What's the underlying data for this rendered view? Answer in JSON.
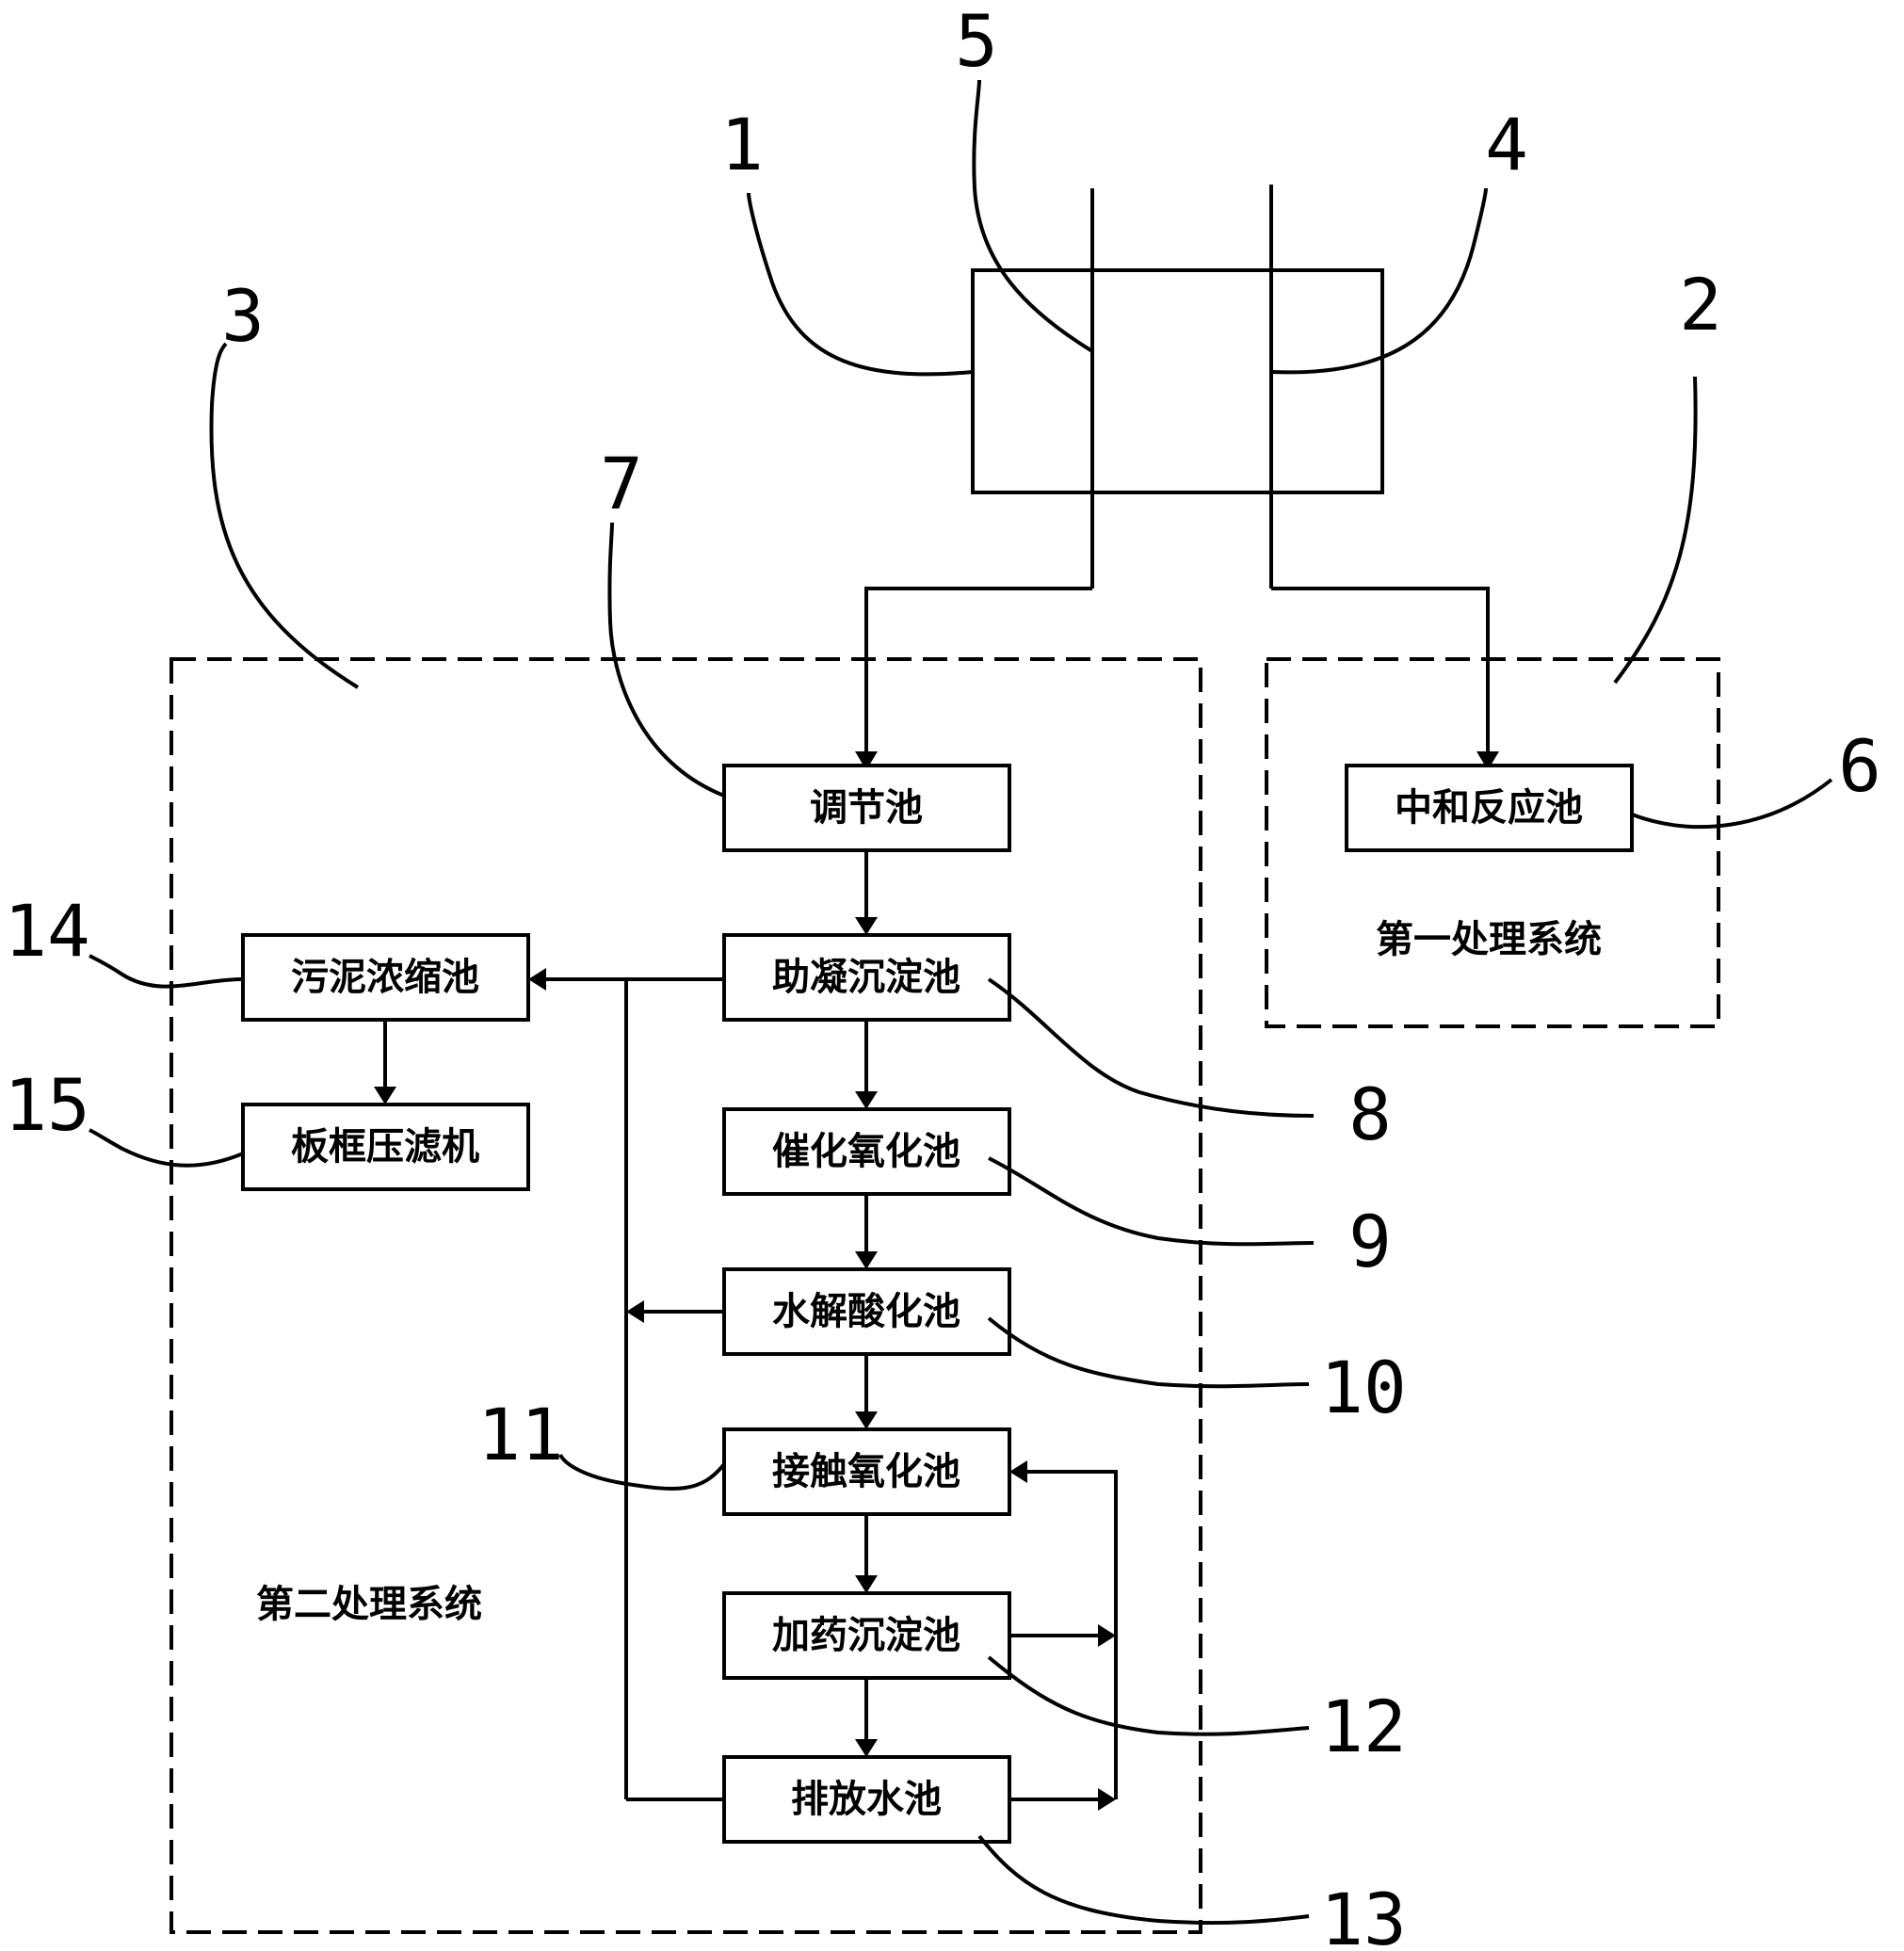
{
  "units": {
    "u1": "1",
    "u4": "4",
    "u5": "5"
  },
  "systems": {
    "first": {
      "number": "2",
      "label": "第一处理系统",
      "units": {
        "neutralization": {
          "number": "6",
          "label": "中和反应池"
        }
      }
    },
    "second": {
      "number": "3",
      "label": "第二处理系统",
      "units": {
        "regulating": {
          "number": "7",
          "label": "调节池"
        },
        "coagulation": {
          "number": "8",
          "label": "助凝沉淀池"
        },
        "catalytic_oxidation": {
          "number": "9",
          "label": "催化氧化池"
        },
        "hydrolysis": {
          "number": "10",
          "label": "水解酸化池"
        },
        "contact_oxidation": {
          "number": "11",
          "label": "接触氧化池"
        },
        "dosing_sedimentation": {
          "number": "12",
          "label": "加药沉淀池"
        },
        "discharge": {
          "number": "13",
          "label": "排放水池"
        },
        "sludge_thickener": {
          "number": "14",
          "label": "污泥浓缩池"
        },
        "filter_press": {
          "number": "15",
          "label": "板框压滤机"
        }
      }
    }
  }
}
